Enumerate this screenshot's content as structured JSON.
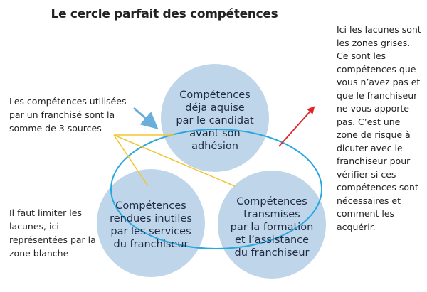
{
  "title": "Le cercle parfait des compétences",
  "circles": {
    "top": {
      "lines": [
        "Compétences",
        "déja aquise",
        "par le candidat",
        "avant son",
        "adhésion"
      ],
      "fill": "#bfd5ea"
    },
    "left": {
      "lines": [
        "Compétences",
        "rendues inutiles",
        "par les services",
        "du franchiseur"
      ],
      "fill": "#bfd5ea"
    },
    "right": {
      "lines": [
        "Compétences",
        "transmises",
        "par la formation",
        "et l’assistance",
        "du franchiseur"
      ],
      "fill": "#bfd5ea"
    }
  },
  "notes": {
    "left_top": "Les compétences utilisées par un franchisé sont la somme de 3 sources",
    "left_bottom": "Il faut limiter les lacunes, ici représentées par la zone blanche",
    "right": "Ici les lacunes sont les zones grises. Ce sont les compétences que vous n’avez pas et que le franchiseur ne vous apporte pas. C’est une zone de risque à dicuter avec le franchiseur pour vérifier si ces compétences sont nécessaires et comment les acquérir."
  },
  "colors": {
    "ellipse_outline": "#29a8e0",
    "connector_lines": "#f2c531",
    "arrow_blue": "#6aaedb",
    "arrow_red": "#e02424",
    "text": "#222222",
    "circle_text": "#1e2a44"
  }
}
